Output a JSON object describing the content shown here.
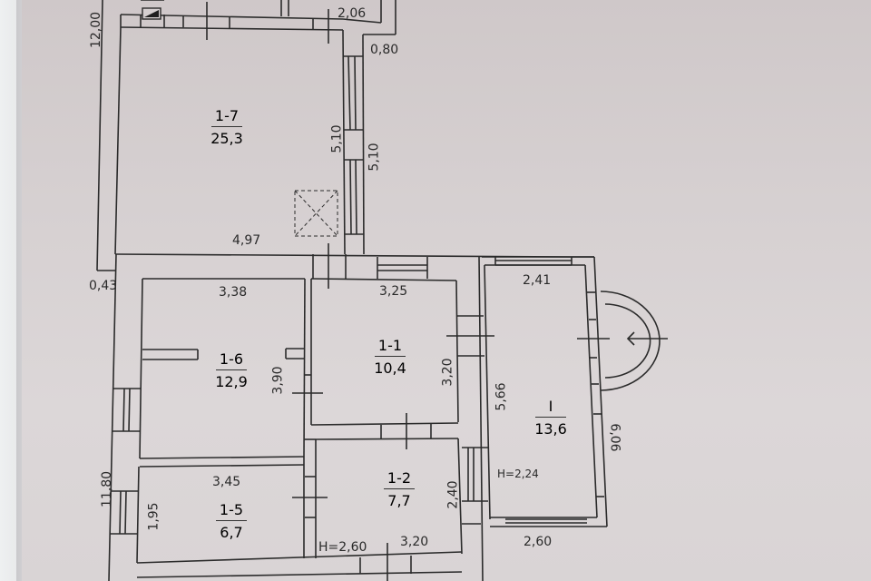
{
  "document": {
    "type": "floor-plan",
    "colors": {
      "paper": "#d6d0d1",
      "ink": "#2a2a2a",
      "backdrop": "#e9e9ea"
    }
  },
  "rooms": [
    {
      "code": "1-7",
      "area": "25,3"
    },
    {
      "code": "1-6",
      "area": "12,9"
    },
    {
      "code": "1-1",
      "area": "10,4"
    },
    {
      "code": "I",
      "area": "13,6"
    },
    {
      "code": "1-5",
      "area": "6,7"
    },
    {
      "code": "1-2",
      "area": "7,7"
    }
  ],
  "dimensions": {
    "top_2_06": "2,06",
    "top_0_80": "0,80",
    "outer_left_12_00": "12,00",
    "outer_left_11_80": "11,80",
    "offset_0_43": "0,43",
    "room17_width": "4,97",
    "room17_inner_5_10": "5,10",
    "room17_outer_5_10": "5,10",
    "room16_width": "3,38",
    "room16_height": "3,90",
    "room11_width": "3,25",
    "room11_height": "3,20",
    "roomI_width_top": "2,41",
    "roomI_height_left": "5,66",
    "roomI_height_right": "6,06",
    "roomI_width_bottom": "2,60",
    "roomI_ceiling": "H=2,24",
    "room15_width": "3,45",
    "room15_height": "1,95",
    "room12_height": "2,40",
    "room12_width": "3,20",
    "main_ceiling": "H=2,60"
  },
  "symbols": {
    "stove": "stove-icon",
    "hatch": "attic-hatch-icon",
    "entry_arrow": "entrance-arrow-icon",
    "porch": "semicircle-porch"
  }
}
